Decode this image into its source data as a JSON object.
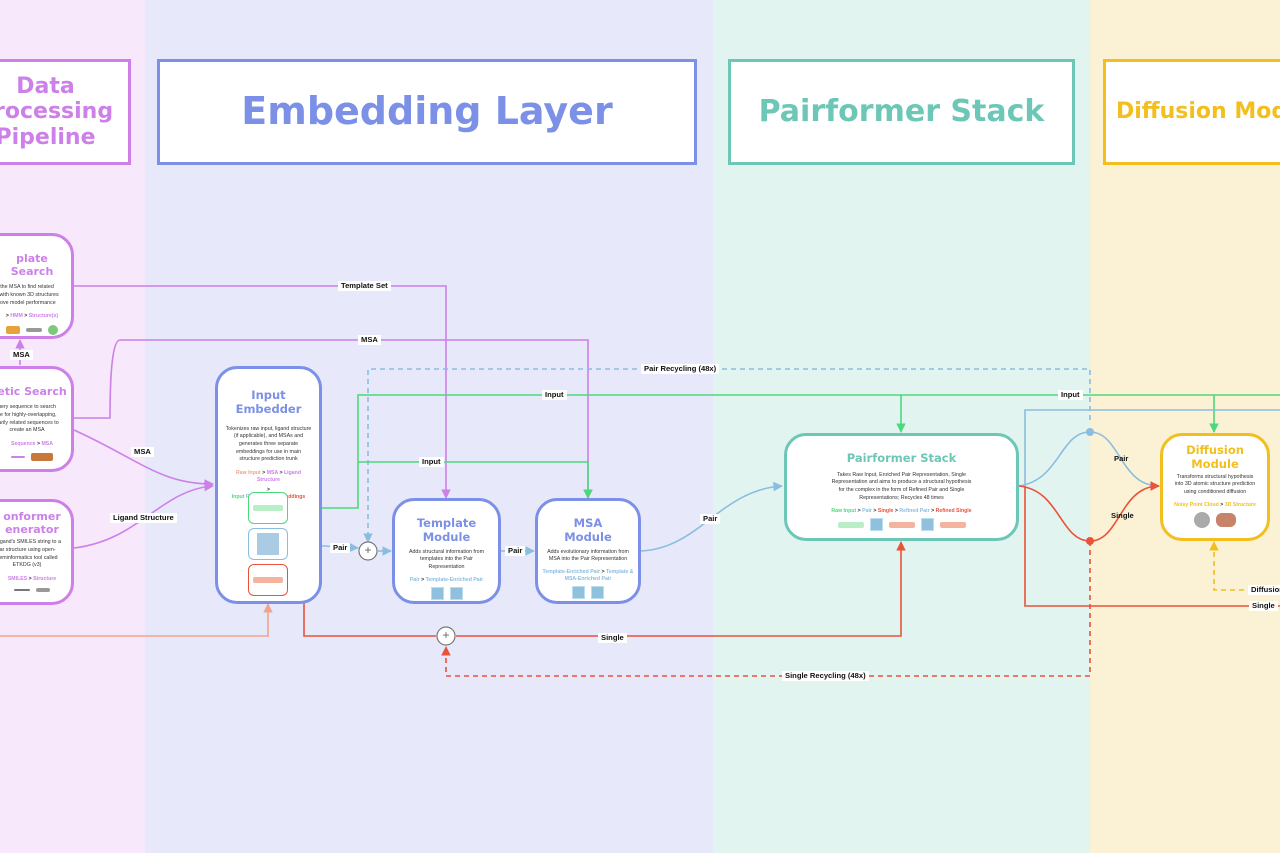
{
  "stages": {
    "data": {
      "title": "Data\nProcessing\nPipeline",
      "color": "#cc80e8",
      "bg": "#f7e8fb"
    },
    "embedding": {
      "title": "Embedding Layer",
      "color": "#7b90e6",
      "bg": "#e7e9fb"
    },
    "pairformer": {
      "title": "Pairformer Stack",
      "color": "#6cc7b7",
      "bg": "#e2f4ef"
    },
    "diffusion": {
      "title": "Diffusion Mod",
      "color": "#f2bf1e",
      "bg": "#fbf1d5"
    }
  },
  "nodes": {
    "template_search": {
      "title": "plate Search",
      "desc": "the MSA to find related\ns with known 3D structures\nrove model performance",
      "flow": [
        "HMM",
        "Structure(s)"
      ]
    },
    "genetic_search": {
      "title": "etic Search",
      "desc": "uery sequence to search\nse for highly-overlapping,\nnarily related sequences to\ncreate an MSA",
      "flow": [
        "Sequence",
        "MSA"
      ]
    },
    "conformer": {
      "title": "onformer\nenerator",
      "desc": "a ligand's SMILES string to a\nlar structure using open-\nheminformatics tool called\nETKDG (v3)",
      "flow": [
        "SMILES",
        "Structure"
      ]
    },
    "input_embedder": {
      "title": "Input Embedder",
      "desc": "Tokenizes raw input, ligand structure\n(if applicable), and MSAs and\ngenerates three separate\nembeddings for use in main\nstructure prediction trunk",
      "flow1": [
        "Raw Input",
        "MSA",
        "Ligand\nStructure"
      ],
      "flow2": [
        "Input",
        "Pair",
        "Single Embeddings"
      ]
    },
    "template_module": {
      "title": "Template\nModule",
      "desc": "Adds structural information from\ntemplates into the Pair\nRepresentation",
      "flow": [
        "Pair",
        "Template-Enriched Pair"
      ]
    },
    "msa_module": {
      "title": "MSA\nModule",
      "desc": "Adds evolutionary information from\nMSA into the Pair Representation",
      "flow": [
        "Template-Enriched Pair",
        "Template & MSA-Enriched Pair"
      ]
    },
    "pairformer_stack": {
      "title": "Pairformer Stack",
      "desc": "Takes Raw Input, Enriched Pair Representation, Single\nRepresentation and aims to produce a structural hypothesis\nfor the complex in the form of Refined Pair and Single\nRepresentations; Recycles 48 times",
      "flow": [
        "Raw Input",
        "Pair",
        "Single",
        "Refined Pair",
        "Refined Single"
      ]
    },
    "diffusion_module": {
      "title": "Diffusion\nModule",
      "desc": "Transforms structural hypothesis\ninto 3D atomic structure prediction\nusing conditioned diffusion",
      "flow": [
        "Noisy Point Cloud",
        "3D Structure"
      ]
    }
  },
  "edge_labels": {
    "template_set": "Template Set",
    "msa_top": "MSA",
    "msa_small": "MSA",
    "msa_curve": "MSA",
    "ligand_structure": "Ligand Structure",
    "pair_recycling": "Pair Recycling (48x)",
    "input_top": "Input",
    "input_mid": "Input",
    "input_right": "Input",
    "pair_plus": "Pair",
    "pair_tm": "Pair",
    "pair_msa": "Pair",
    "pair_diff": "Pair",
    "single_diff": "Single",
    "single_bottom": "Single",
    "single_right": "Single",
    "diffusion_right": "Diffusion",
    "single_recycling": "Single Recycling (48x)"
  },
  "colors": {
    "input": "#4cd97b",
    "pair": "#8bbddf",
    "single": "#e8533a",
    "msa": "#cc80e8",
    "ligand": "#f0a48c",
    "template": "#cc80e8"
  },
  "plus_symbol": "+",
  "arrow_symbol": ">"
}
